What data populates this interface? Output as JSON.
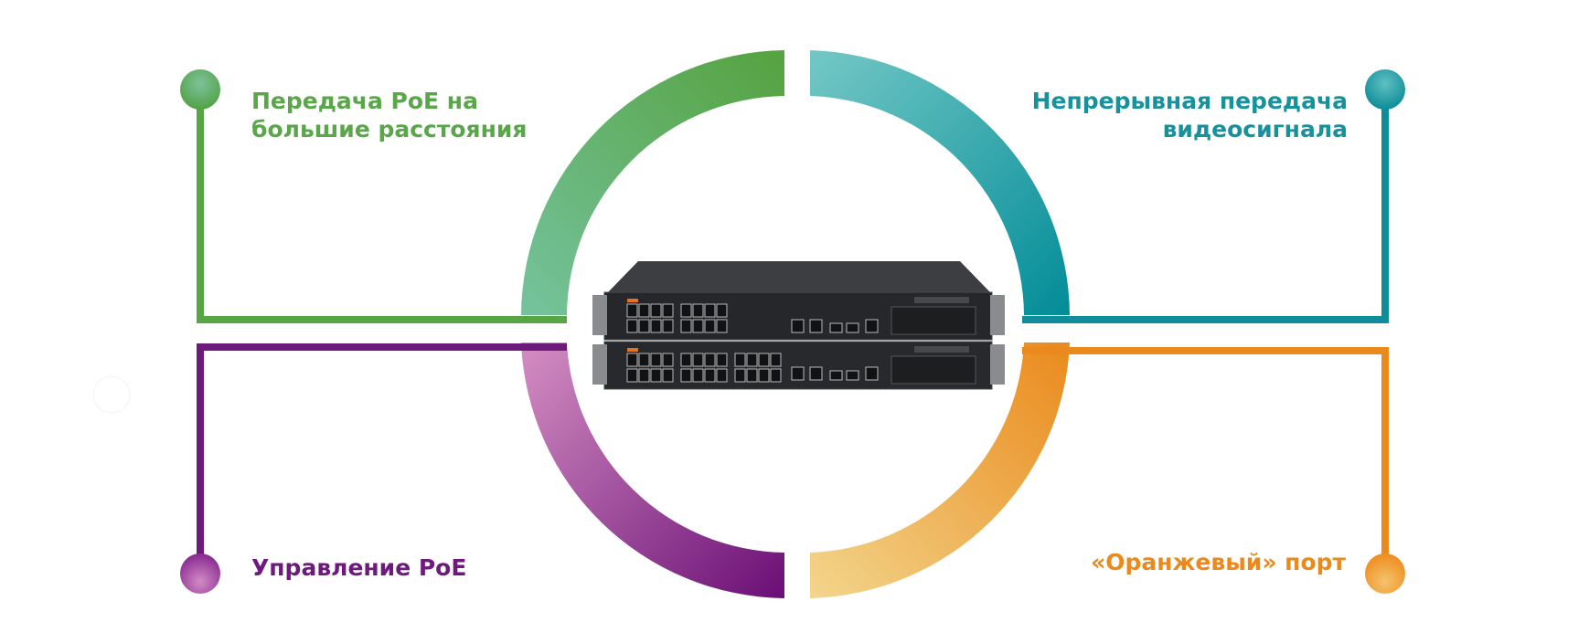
{
  "features": [
    {
      "id": "tl",
      "lines": [
        "Передача PoE на",
        "большие расстояния"
      ],
      "color": "#5aa64a"
    },
    {
      "id": "tr",
      "lines": [
        "Непрерывная передача",
        "видеосигнала"
      ],
      "color": "#17929c"
    },
    {
      "id": "bl",
      "lines": [
        "Управление PoE"
      ],
      "color": "#6d1a7c"
    },
    {
      "id": "br",
      "lines": [
        "«Оранжевый» порт"
      ],
      "color": "#ea8a1c"
    }
  ],
  "colors": {
    "green_light": "#75c39d",
    "green_dark": "#55a23f",
    "teal_light": "#74c8c5",
    "teal_dark": "#028c98",
    "purple_light": "#d48fc2",
    "purple_dark": "#6a0e76",
    "orange_light": "#f2d58c",
    "orange_dark": "#ea8a1c",
    "switch_body": "#2e2f31",
    "port_orange": "#e8731c"
  },
  "icons": [
    "switch-device-image",
    "connector-dot-icon"
  ]
}
